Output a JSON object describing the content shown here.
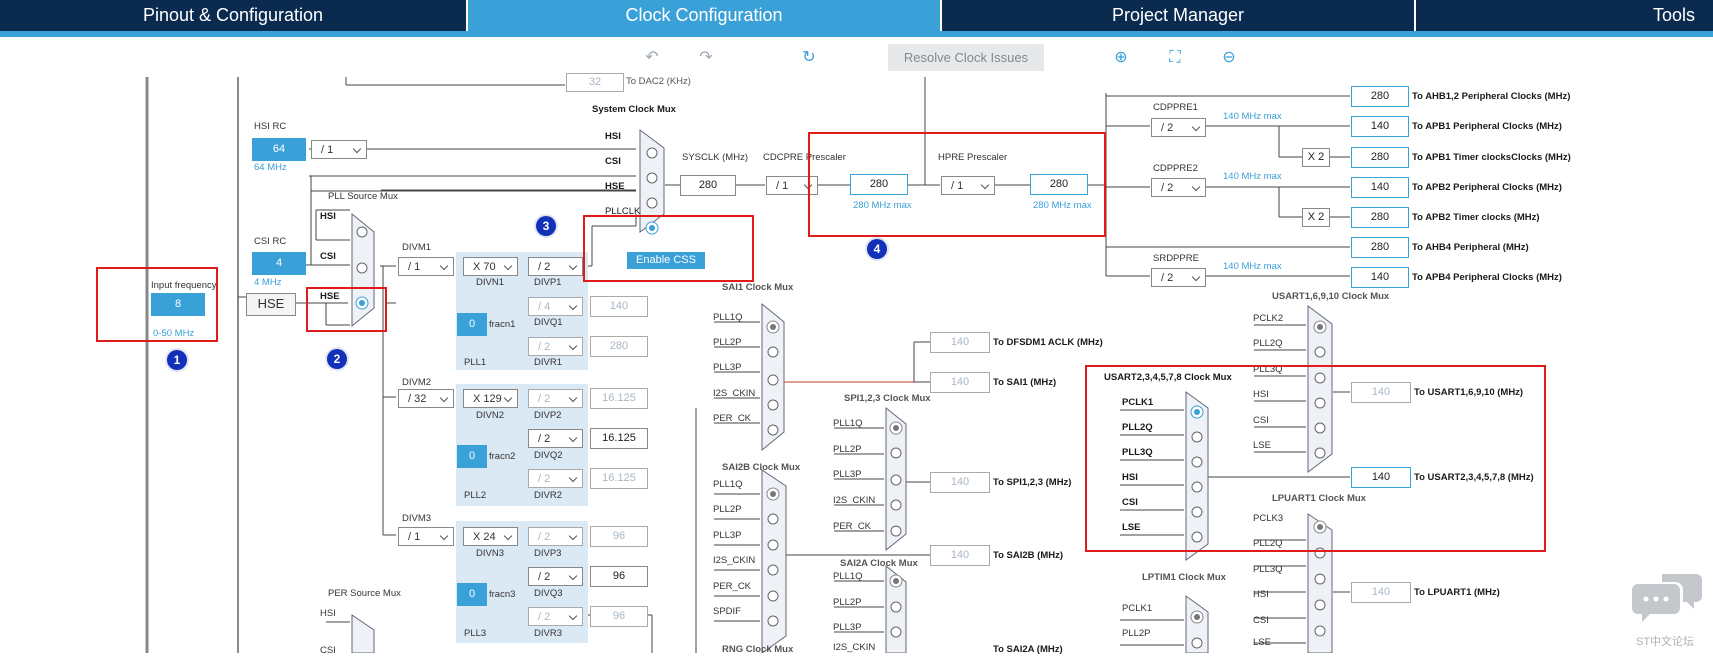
{
  "tabs": [
    {
      "label": "Pinout & Configuration",
      "active": false
    },
    {
      "label": "Clock Configuration",
      "active": true
    },
    {
      "label": "Project Manager",
      "active": false
    },
    {
      "label": "Tools",
      "active": false
    }
  ],
  "toolbar": {
    "resolve_label": "Resolve Clock Issues",
    "icons": [
      "undo-icon",
      "redo-icon",
      "refresh-icon",
      "zoom-in-icon",
      "fit-icon",
      "zoom-out-icon"
    ]
  },
  "colors": {
    "accent": "#3aa0d8",
    "header": "#0a2a50",
    "highlight": "#e01b1b",
    "badge": "#1230b8"
  },
  "input": {
    "label": "Input frequency",
    "value": "8",
    "range": "0-50 MHz",
    "hse": "HSE"
  },
  "hsi": {
    "label": "HSI RC",
    "value": "64",
    "unit": "64 MHz",
    "div": "/ 1"
  },
  "csi": {
    "label": "CSI RC",
    "value": "4",
    "unit": "4 MHz"
  },
  "dac": {
    "value": "32",
    "label": "To DAC2 (KHz)"
  },
  "pll_mux": {
    "title": "PLL Source Mux",
    "inputs": [
      "HSI",
      "CSI",
      "HSE"
    ]
  },
  "sys_mux": {
    "title": "System Clock Mux",
    "inputs": [
      "HSI",
      "CSI",
      "HSE",
      "PLLCLK"
    ],
    "css": "Enable CSS"
  },
  "plls": [
    {
      "name": "PLL1",
      "divm_label": "DIVM1",
      "divm": "/ 1",
      "divn": "X 70",
      "divn_label": "DIVN1",
      "frac_label": "fracn1",
      "frac": "0",
      "outs": [
        {
          "div": "/ 2",
          "label": "DIVP1",
          "value": ""
        },
        {
          "div": "/ 4",
          "label": "DIVQ1",
          "value": "140"
        },
        {
          "div": "/ 2",
          "label": "DIVR1",
          "value": "280"
        }
      ]
    },
    {
      "name": "PLL2",
      "divm_label": "DIVM2",
      "divm": "/ 32",
      "divn": "X 129",
      "divn_label": "DIVN2",
      "frac_label": "fracn2",
      "frac": "0",
      "outs": [
        {
          "div": "/ 2",
          "label": "DIVP2",
          "value": "16.125"
        },
        {
          "div": "/ 2",
          "label": "DIVQ2",
          "value": "16.125"
        },
        {
          "div": "/ 2",
          "label": "DIVR2",
          "value": "16.125"
        }
      ]
    },
    {
      "name": "PLL3",
      "divm_label": "DIVM3",
      "divm": "/ 1",
      "divn": "X 24",
      "divn_label": "DIVN3",
      "frac_label": "fracn3",
      "frac": "0",
      "outs": [
        {
          "div": "/ 2",
          "label": "DIVP3",
          "value": "96"
        },
        {
          "div": "/ 2",
          "label": "DIVQ3",
          "value": "96"
        },
        {
          "div": "/ 2",
          "label": "DIVR3",
          "value": "96"
        }
      ]
    }
  ],
  "sysclk": {
    "label": "SYSCLK (MHz)",
    "value": "280",
    "cdcpre_label": "CDCPRE Prescaler",
    "cdcpre": "/ 1",
    "cd_val": "280",
    "cd_max": "280 MHz max",
    "hpre_label": "HPRE Prescaler",
    "hpre": "/ 1",
    "hpre_val": "280",
    "hpre_max": "280 MHz max"
  },
  "per_mux": {
    "title": "PER Source Mux",
    "inputs": [
      "HSI",
      "CSI"
    ]
  },
  "outputs": [
    {
      "value": "280",
      "label": "To AHB1,2 Peripheral Clocks (MHz)"
    },
    {
      "value": "140",
      "label": "To APB1 Peripheral Clocks (MHz)"
    },
    {
      "value": "280",
      "label": "To APB1 Timer clocksClocks (MHz)"
    },
    {
      "value": "140",
      "label": "To APB2 Peripheral Clocks (MHz)"
    },
    {
      "value": "280",
      "label": "To APB2 Timer clocks (MHz)"
    },
    {
      "value": "280",
      "label": "To AHB4 Peripheral (MHz)"
    },
    {
      "value": "140",
      "label": "To APB4 Peripheral Clocks (MHz)"
    }
  ],
  "prescalers": [
    {
      "label": "CDPPRE1",
      "div": "/ 2",
      "max": "140 MHz max"
    },
    {
      "label": "CDPPRE2",
      "div": "/ 2",
      "max": "140 MHz max"
    },
    {
      "label": "SRDPPRE",
      "div": "/ 2",
      "max": "140 MHz max"
    }
  ],
  "x2": "X 2",
  "sai1": {
    "title": "SAI1 Clock Mux",
    "inputs": [
      "PLL1Q",
      "PLL2P",
      "PLL3P",
      "I2S_CKIN",
      "PER_CK"
    ]
  },
  "dfsdm": {
    "value": "140",
    "label": "To DFSDM1 ACLK (MHz)"
  },
  "sai1_out": {
    "value": "140",
    "label": "To SAI1 (MHz)"
  },
  "spi": {
    "title": "SPI1,2,3 Clock Mux",
    "inputs": [
      "PLL1Q",
      "PLL2P",
      "PLL3P",
      "I2S_CKIN",
      "PER_CK"
    ],
    "value": "140",
    "label": "To SPI1,2,3 (MHz)"
  },
  "sai2b": {
    "title": "SAI2B Clock Mux",
    "inputs": [
      "PLL1Q",
      "PLL2P",
      "PLL3P",
      "I2S_CKIN",
      "PER_CK",
      "SPDIF"
    ],
    "value": "140",
    "label": "To SAI2B (MHz)"
  },
  "sai2a": {
    "title": "SAI2A Clock Mux",
    "inputs": [
      "PLL1Q",
      "PLL2P",
      "PLL3P",
      "I2S_CKIN"
    ],
    "label": "To SAI2A (MHz)"
  },
  "rng": {
    "title": "RNG Clock Mux"
  },
  "usart1": {
    "title": "USART1,6,9,10 Clock Mux",
    "inputs": [
      "PCLK2",
      "PLL2Q",
      "PLL3Q",
      "HSI",
      "CSI",
      "LSE"
    ],
    "value": "140",
    "label": "To USART1,6,9,10 (MHz)"
  },
  "usart2": {
    "title": "USART2,3,4,5,7,8 Clock Mux",
    "inputs": [
      "PCLK1",
      "PLL2Q",
      "PLL3Q",
      "HSI",
      "CSI",
      "LSE"
    ],
    "value": "140",
    "label": "To USART2,3,4,5,7,8 (MHz)"
  },
  "lpuart": {
    "title": "LPUART1 Clock Mux",
    "inputs": [
      "PCLK3",
      "PLL2Q",
      "PLL3Q",
      "HSI",
      "CSI",
      "LSE"
    ],
    "value": "140",
    "label": "To LPUART1 (MHz)"
  },
  "lptim": {
    "title": "LPTIM1 Clock Mux",
    "inputs": [
      "PCLK1",
      "PLL2P"
    ]
  },
  "badges": [
    "1",
    "2",
    "3",
    "4"
  ],
  "watermark": "ST中文论坛"
}
